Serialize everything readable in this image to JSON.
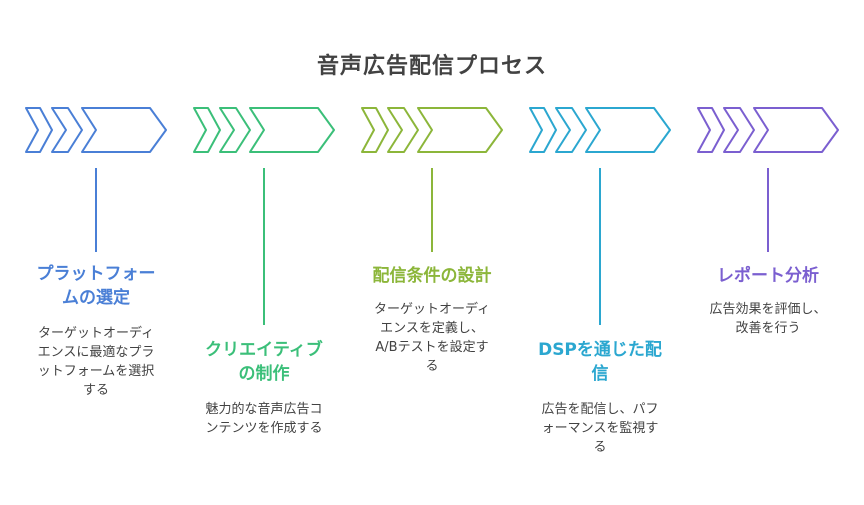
{
  "title": "音声広告配信プロセス",
  "steps": [
    {
      "title": "プラットフォー\nムの選定",
      "desc": "ターゲットオーディ\nエンスに最適なプラ\nットフォームを選択\nする",
      "color": "#4a7fd6"
    },
    {
      "title": "クリエイティブ\nの制作",
      "desc": "魅力的な音声広告コ\nンテンツを作成する",
      "color": "#3bbf79"
    },
    {
      "title": "配信条件の設計",
      "desc": "ターゲットオーディ\nエンスを定義し、\nA/Bテストを設定す\nる",
      "color": "#8cb63a"
    },
    {
      "title": "DSPを通じた配\n信",
      "desc": "広告を配信し、パフ\nォーマンスを監視す\nる",
      "color": "#2ba7d0"
    },
    {
      "title": "レポート分析",
      "desc": "広告効果を評価し、\n改善を行う",
      "color": "#7b5fd0"
    }
  ]
}
